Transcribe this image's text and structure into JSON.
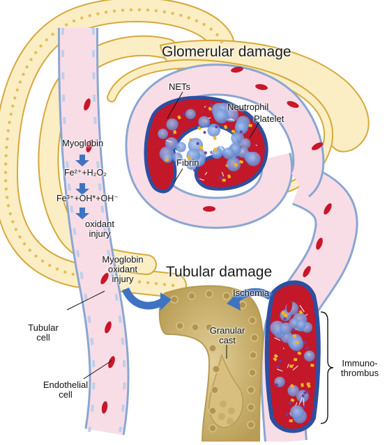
{
  "labels": {
    "glomerular_damage": "Glomerular damage",
    "tubular_damage": "Tubular damage",
    "nets": "NETs",
    "neutrophil": "Neutrophil",
    "platelet": "Platelet",
    "fibrin": "Fibrin",
    "myoglobin": "Myoglobin",
    "fe2_reaction": "Fe²⁺+H₂O₂",
    "fe3_reaction": "Fe³⁺+OH*+OH⁻",
    "oxidant_injury_1": "oxidant",
    "oxidant_injury_2": "injury",
    "myo_oxidant_1": "Myoglobin",
    "myo_oxidant_2": "oxidant",
    "myo_oxidant_3": "injury",
    "ischemia": "Ischemia",
    "granular_cast_1": "Granular",
    "granular_cast_2": "cast",
    "tubular_cell_1": "Tubular",
    "tubular_cell_2": "cell",
    "endothelial_cell_1": "Endothelial",
    "endothelial_cell_2": "cell",
    "immunothrombus_1": "Immuno-",
    "immunothrombus_2": "thrombus"
  },
  "colors": {
    "capsule_fill": "#fbeec4",
    "capsule_stroke": "#d6a83a",
    "vessel_fill": "#f9dde6",
    "vessel_stroke": "#8aa6d2",
    "endothelium": "#bcd0ea",
    "rbc": "#c7172b",
    "arrow": "#3f73c2",
    "tubule": "#c9b278",
    "clot": "#c2182a",
    "clot_blue": "#2c4fa0",
    "neutrophil": "#7e9fdb",
    "platelet": "#f2b520",
    "fibrin": "#ffffff"
  }
}
